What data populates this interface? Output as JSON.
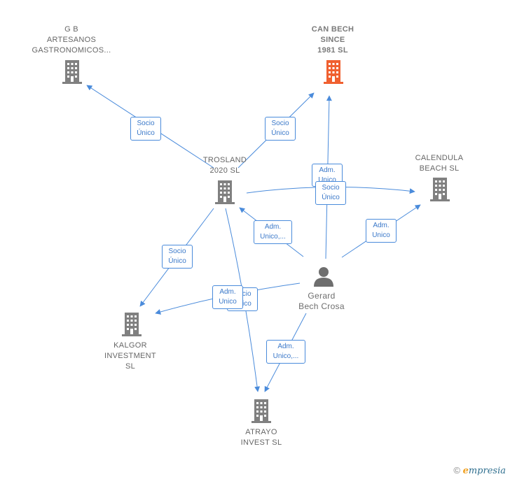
{
  "nodes": {
    "gb": {
      "lines": [
        "G B",
        "ARTESANOS",
        "GASTRONOMICOS..."
      ],
      "color": "#808080"
    },
    "canbech": {
      "lines": [
        "CAN BECH",
        "SINCE",
        "1981  SL"
      ],
      "color": "#f06030"
    },
    "trosland": {
      "lines": [
        "TROSLAND",
        "2020  SL"
      ],
      "color": "#808080"
    },
    "calendula": {
      "lines": [
        "CALENDULA",
        "BEACH  SL"
      ],
      "color": "#808080"
    },
    "kalgor": {
      "lines": [
        "KALGOR",
        "INVESTMENT",
        "SL"
      ],
      "color": "#808080"
    },
    "atrayo": {
      "lines": [
        "ATRAYO",
        "INVEST SL"
      ],
      "color": "#808080"
    },
    "gerard": {
      "lines": [
        "Gerard",
        "Bech Crosa"
      ],
      "color": "#6e6e6e"
    }
  },
  "edges": {
    "trosland_gb": [
      "Socio",
      "Único"
    ],
    "trosland_canbech": [
      "Socio",
      "Único"
    ],
    "gerard_canbech": [
      "Adm.",
      "Unico"
    ],
    "gerard_calendula_socio": [
      "Socio",
      "Único"
    ],
    "gerard_calendula_adm": [
      "Adm.",
      "Unico"
    ],
    "gerard_trosland": [
      "Adm.",
      "Unico,..."
    ],
    "trosland_kalgor": [
      "Socio",
      "Único"
    ],
    "trosland_atrayo": [
      "Socio",
      "Único"
    ],
    "gerard_kalgor": [
      "Adm.",
      "Unico"
    ],
    "gerard_atrayo": [
      "Adm.",
      "Unico,..."
    ]
  },
  "footer": {
    "copyright": "©",
    "brand_e": "e",
    "brand_rest": "mpresia"
  },
  "colors": {
    "edge": "#4a8bdb",
    "company": "#808080",
    "main_company": "#f06030",
    "person": "#6e6e6e"
  }
}
